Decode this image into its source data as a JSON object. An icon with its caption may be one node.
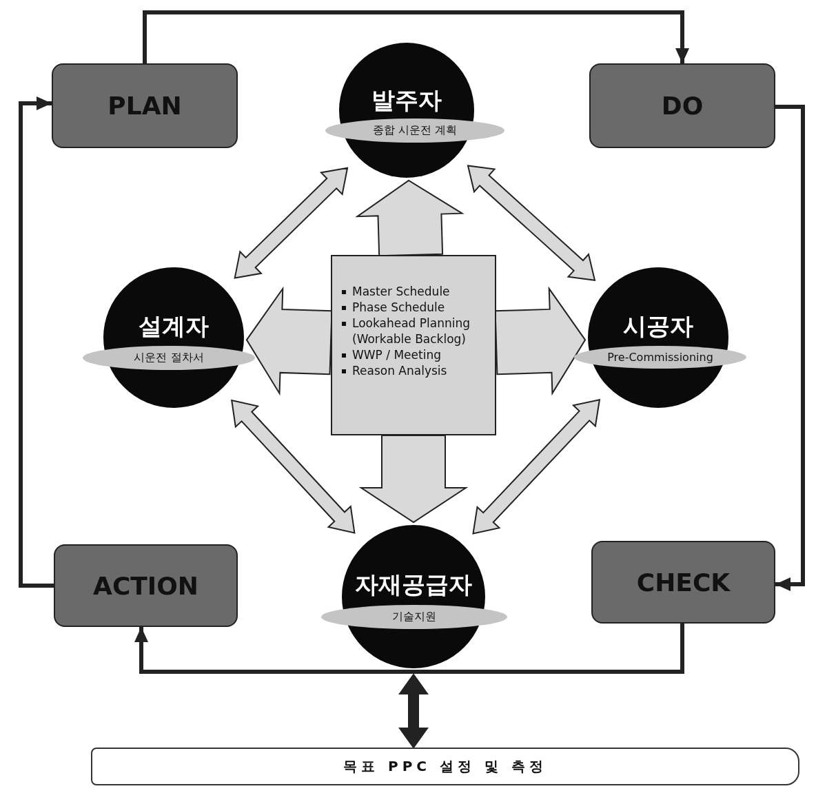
{
  "diagram": {
    "nodes": [
      {
        "text": [
          "PLAN"
        ]
      },
      {
        "text": [
          "발주자",
          "종합 시운전 계획"
        ]
      },
      {
        "text": [
          "DO"
        ]
      },
      {
        "text": [
          "설계자",
          "시운전 절차서"
        ]
      },
      {
        "text": [
          "Master Schedule",
          "Phase Schedule",
          "Lookahead Planning (Workable Backlog)",
          "WWP / Meeting",
          "Reason Analysis"
        ]
      },
      {
        "text": [
          "시공자",
          "Pre-Commissioning"
        ]
      },
      {
        "text": [
          "ACTION"
        ]
      },
      {
        "text": [
          "자재공급자",
          "기술지원"
        ]
      },
      {
        "text": [
          "CHECK"
        ]
      },
      {
        "text": [
          "목표 PPC 설정 및 측정"
        ]
      }
    ],
    "edges": [
      {
        "from": 0,
        "to": 2,
        "arrow": "to"
      },
      {
        "from": 2,
        "to": 8,
        "arrow": "to"
      },
      {
        "from": 8,
        "to": 6,
        "arrow": "to"
      },
      {
        "from": 6,
        "to": 0,
        "arrow": "to"
      },
      {
        "from": 4,
        "to": 1,
        "arrow": "to",
        "style": "thick",
        "color": "#d9d9d9"
      },
      {
        "from": 4,
        "to": 3,
        "arrow": "to",
        "style": "thick",
        "color": "#d9d9d9"
      },
      {
        "from": 4,
        "to": 5,
        "arrow": "to",
        "style": "thick",
        "color": "#d9d9d9"
      },
      {
        "from": 4,
        "to": 7,
        "arrow": "to",
        "style": "thick",
        "color": "#d9d9d9"
      },
      {
        "from": 1,
        "to": 3,
        "arrow": "both",
        "style": "thick",
        "color": "#d9d9d9"
      },
      {
        "from": 1,
        "to": 5,
        "arrow": "both",
        "style": "thick",
        "color": "#d9d9d9"
      },
      {
        "from": 3,
        "to": 7,
        "arrow": "both",
        "style": "thick",
        "color": "#d9d9d9"
      },
      {
        "from": 5,
        "to": 7,
        "arrow": "both",
        "style": "thick",
        "color": "#d9d9d9"
      },
      {
        "from": null,
        "to": 9,
        "arrow": "both",
        "style": "thick"
      }
    ]
  }
}
